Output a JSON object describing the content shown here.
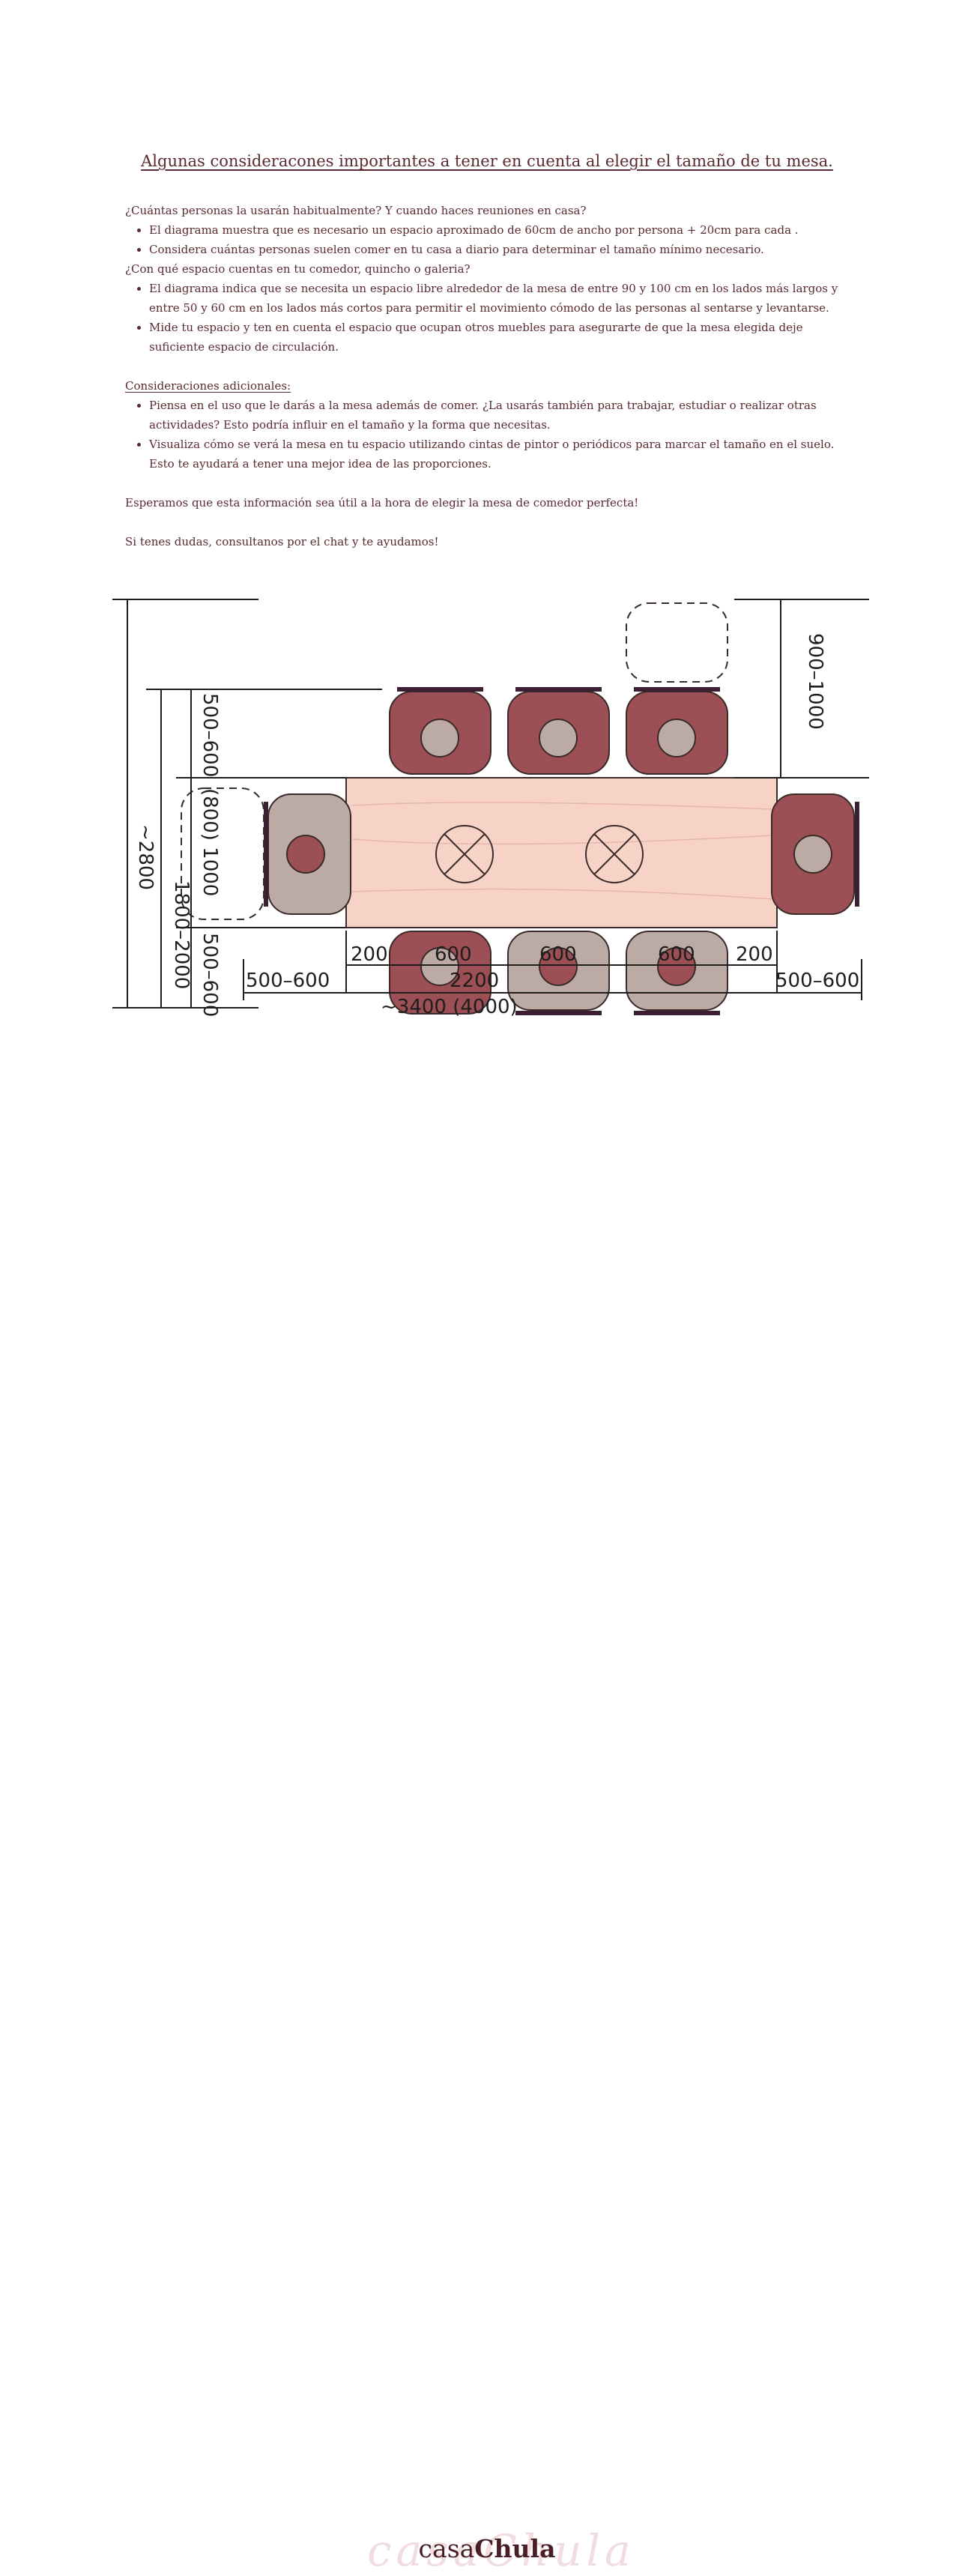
{
  "title": "Algunas consideracones importantes a tener en cuenta al elegir el tamaño de tu mesa.",
  "section1": {
    "question": "¿Cuántas personas la usarán habitualmente? Y cuando haces reuniones en casa?",
    "bullets": [
      "El diagrama muestra que es necesario un espacio aproximado de 60cm de ancho por persona + 20cm para cada .",
      "Considera cuántas personas suelen comer en tu casa a diario para determinar el tamaño mínimo necesario."
    ]
  },
  "section2": {
    "question": "¿Con qué espacio cuentas en tu comedor, quincho o galeria?",
    "bullets": [
      "El diagrama indica que se necesita un espacio libre alrededor de la mesa de entre 90 y 100 cm en los lados más largos y entre 50 y 60 cm en los lados más cortos para permitir el movimiento cómodo de las personas al sentarse y levantarse.",
      "Mide tu espacio y ten en cuenta el espacio que ocupan otros muebles para asegurarte de que la mesa elegida deje suficiente espacio de circulación."
    ]
  },
  "section3": {
    "heading": "Consideraciones adicionales:",
    "bullets": [
      "Piensa en el uso que le darás a la mesa además de comer. ¿La usarás también para trabajar, estudiar o realizar otras actividades? Esto podría influir en el tamaño y la forma que necesitas.",
      "Visualiza cómo se verá la mesa en tu espacio utilizando cintas de pintor o periódicos para marcar el tamaño en el suelo. Esto te ayudará a tener una mejor idea de las proporciones."
    ]
  },
  "closing": [
    "Esperamos que esta información sea útil a la hora de elegir la mesa de comedor perfecta!",
    "Si tenes dudas, consultanos por el chat y te ayudamos!"
  ],
  "diagram": {
    "dim_top_right": "900–1000",
    "dim_left_upper": "500–600",
    "dim_left_middle": "(800) 1000",
    "dim_left_lower": "500–600",
    "dim_left_table": "1800–2000",
    "dim_left_total": "~2800",
    "dim_bottom_200_left": "200",
    "dim_bottom_600_a": "600",
    "dim_bottom_600_b": "600",
    "dim_bottom_600_c": "600",
    "dim_bottom_200_right": "200",
    "dim_bottom_left_clear": "500–600",
    "dim_bottom_table": "2200",
    "dim_bottom_right_clear": "500–600",
    "dim_bottom_total": "~3400 (4000)"
  },
  "logo": {
    "prefix": "casa",
    "suffix": "Chula",
    "script": "casaChula"
  },
  "colors": {
    "text": "#5a2a30",
    "table": "#f6d3c6",
    "chair": "#9c4f55",
    "person": "#bcaaa4"
  }
}
